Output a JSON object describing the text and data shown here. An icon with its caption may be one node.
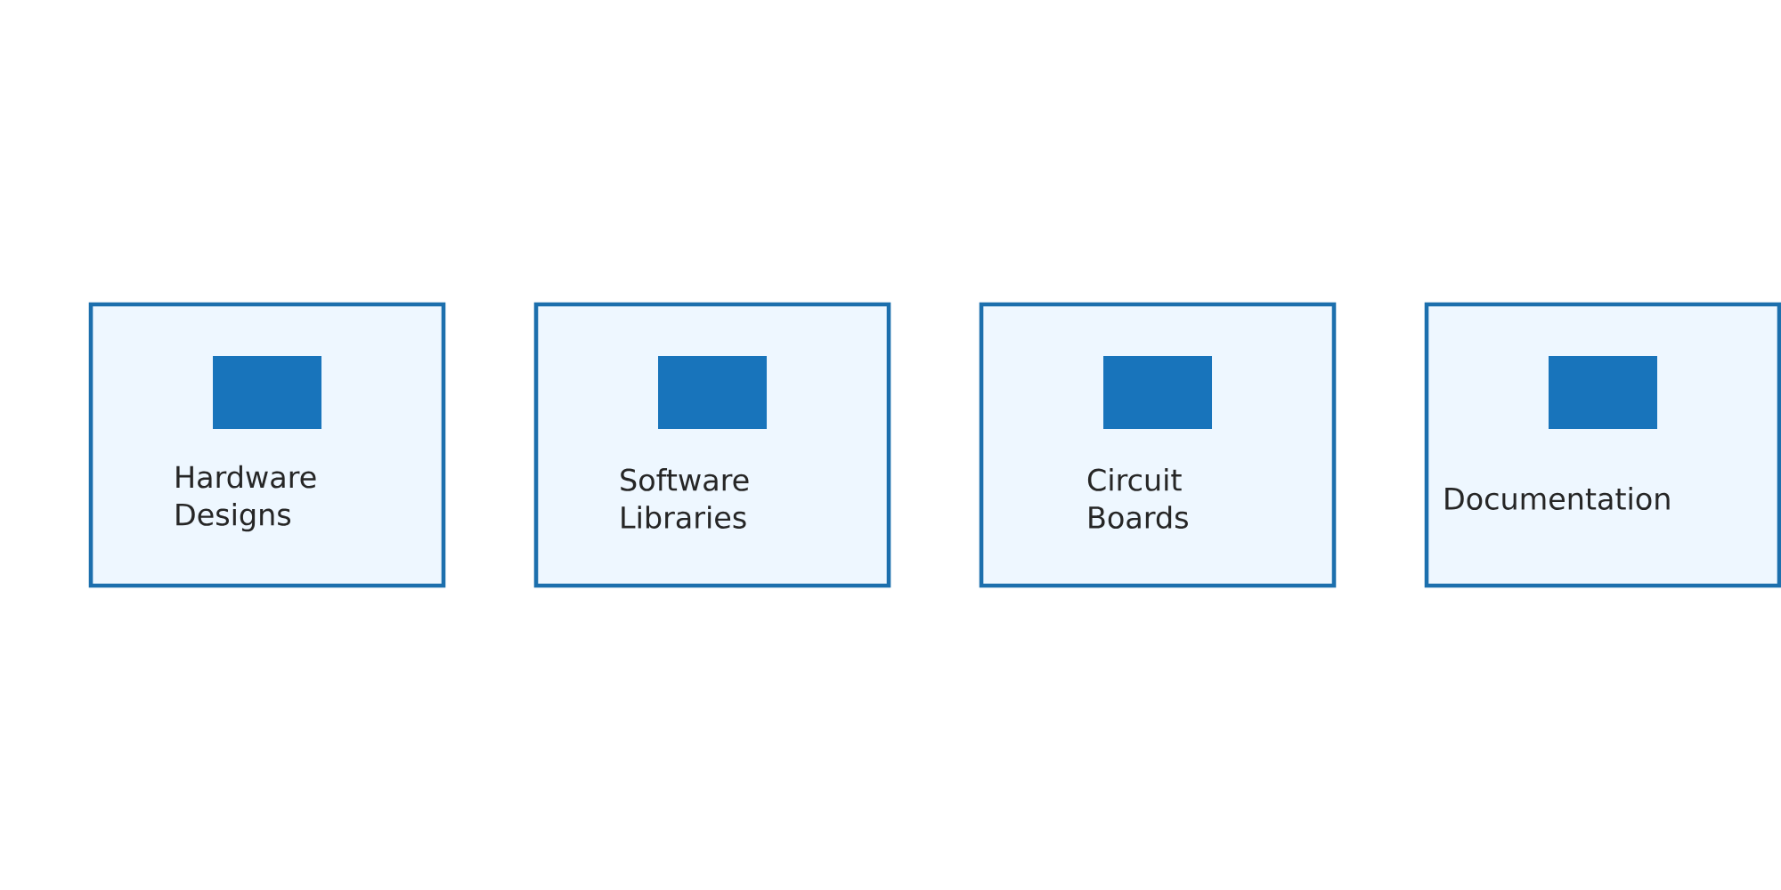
{
  "diagram": {
    "nodes": [
      {
        "text": [
          "Hardware Designs"
        ]
      },
      {
        "text": [
          "Software Libraries"
        ]
      },
      {
        "text": [
          "Circuit Boards"
        ]
      },
      {
        "text": [
          "Documentation"
        ]
      }
    ]
  }
}
